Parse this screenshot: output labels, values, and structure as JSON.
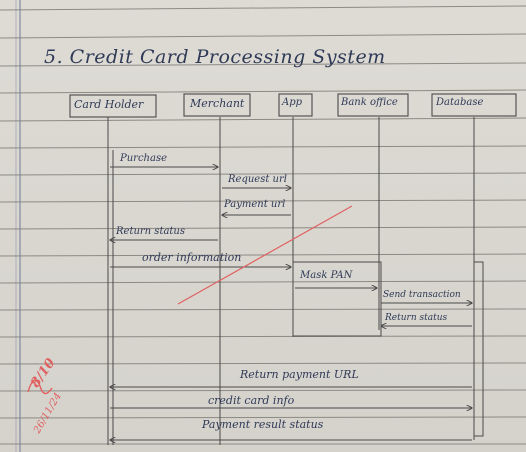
{
  "title": "5. Credit Card Processing System",
  "actors": [
    "Card Holder",
    "Merchant",
    "App",
    "Bank office",
    "Database"
  ],
  "messages": [
    {
      "label": "Purchase"
    },
    {
      "label": "Request url"
    },
    {
      "label": "Payment url"
    },
    {
      "label": "Return status"
    },
    {
      "label": "order information"
    },
    {
      "label": "Mask PAN"
    },
    {
      "label": "Send transaction"
    },
    {
      "label": "Return status"
    },
    {
      "label": "Return payment URL"
    },
    {
      "label": "credit card info"
    },
    {
      "label": "Payment result status"
    }
  ],
  "grade_mark": "8/10",
  "grade_date": "26/11/24",
  "colors": {
    "ink": "#2f3a57",
    "pencil": "#4a4a4a",
    "red_pen": "#e06060",
    "rule_line": "#8d8a84"
  }
}
